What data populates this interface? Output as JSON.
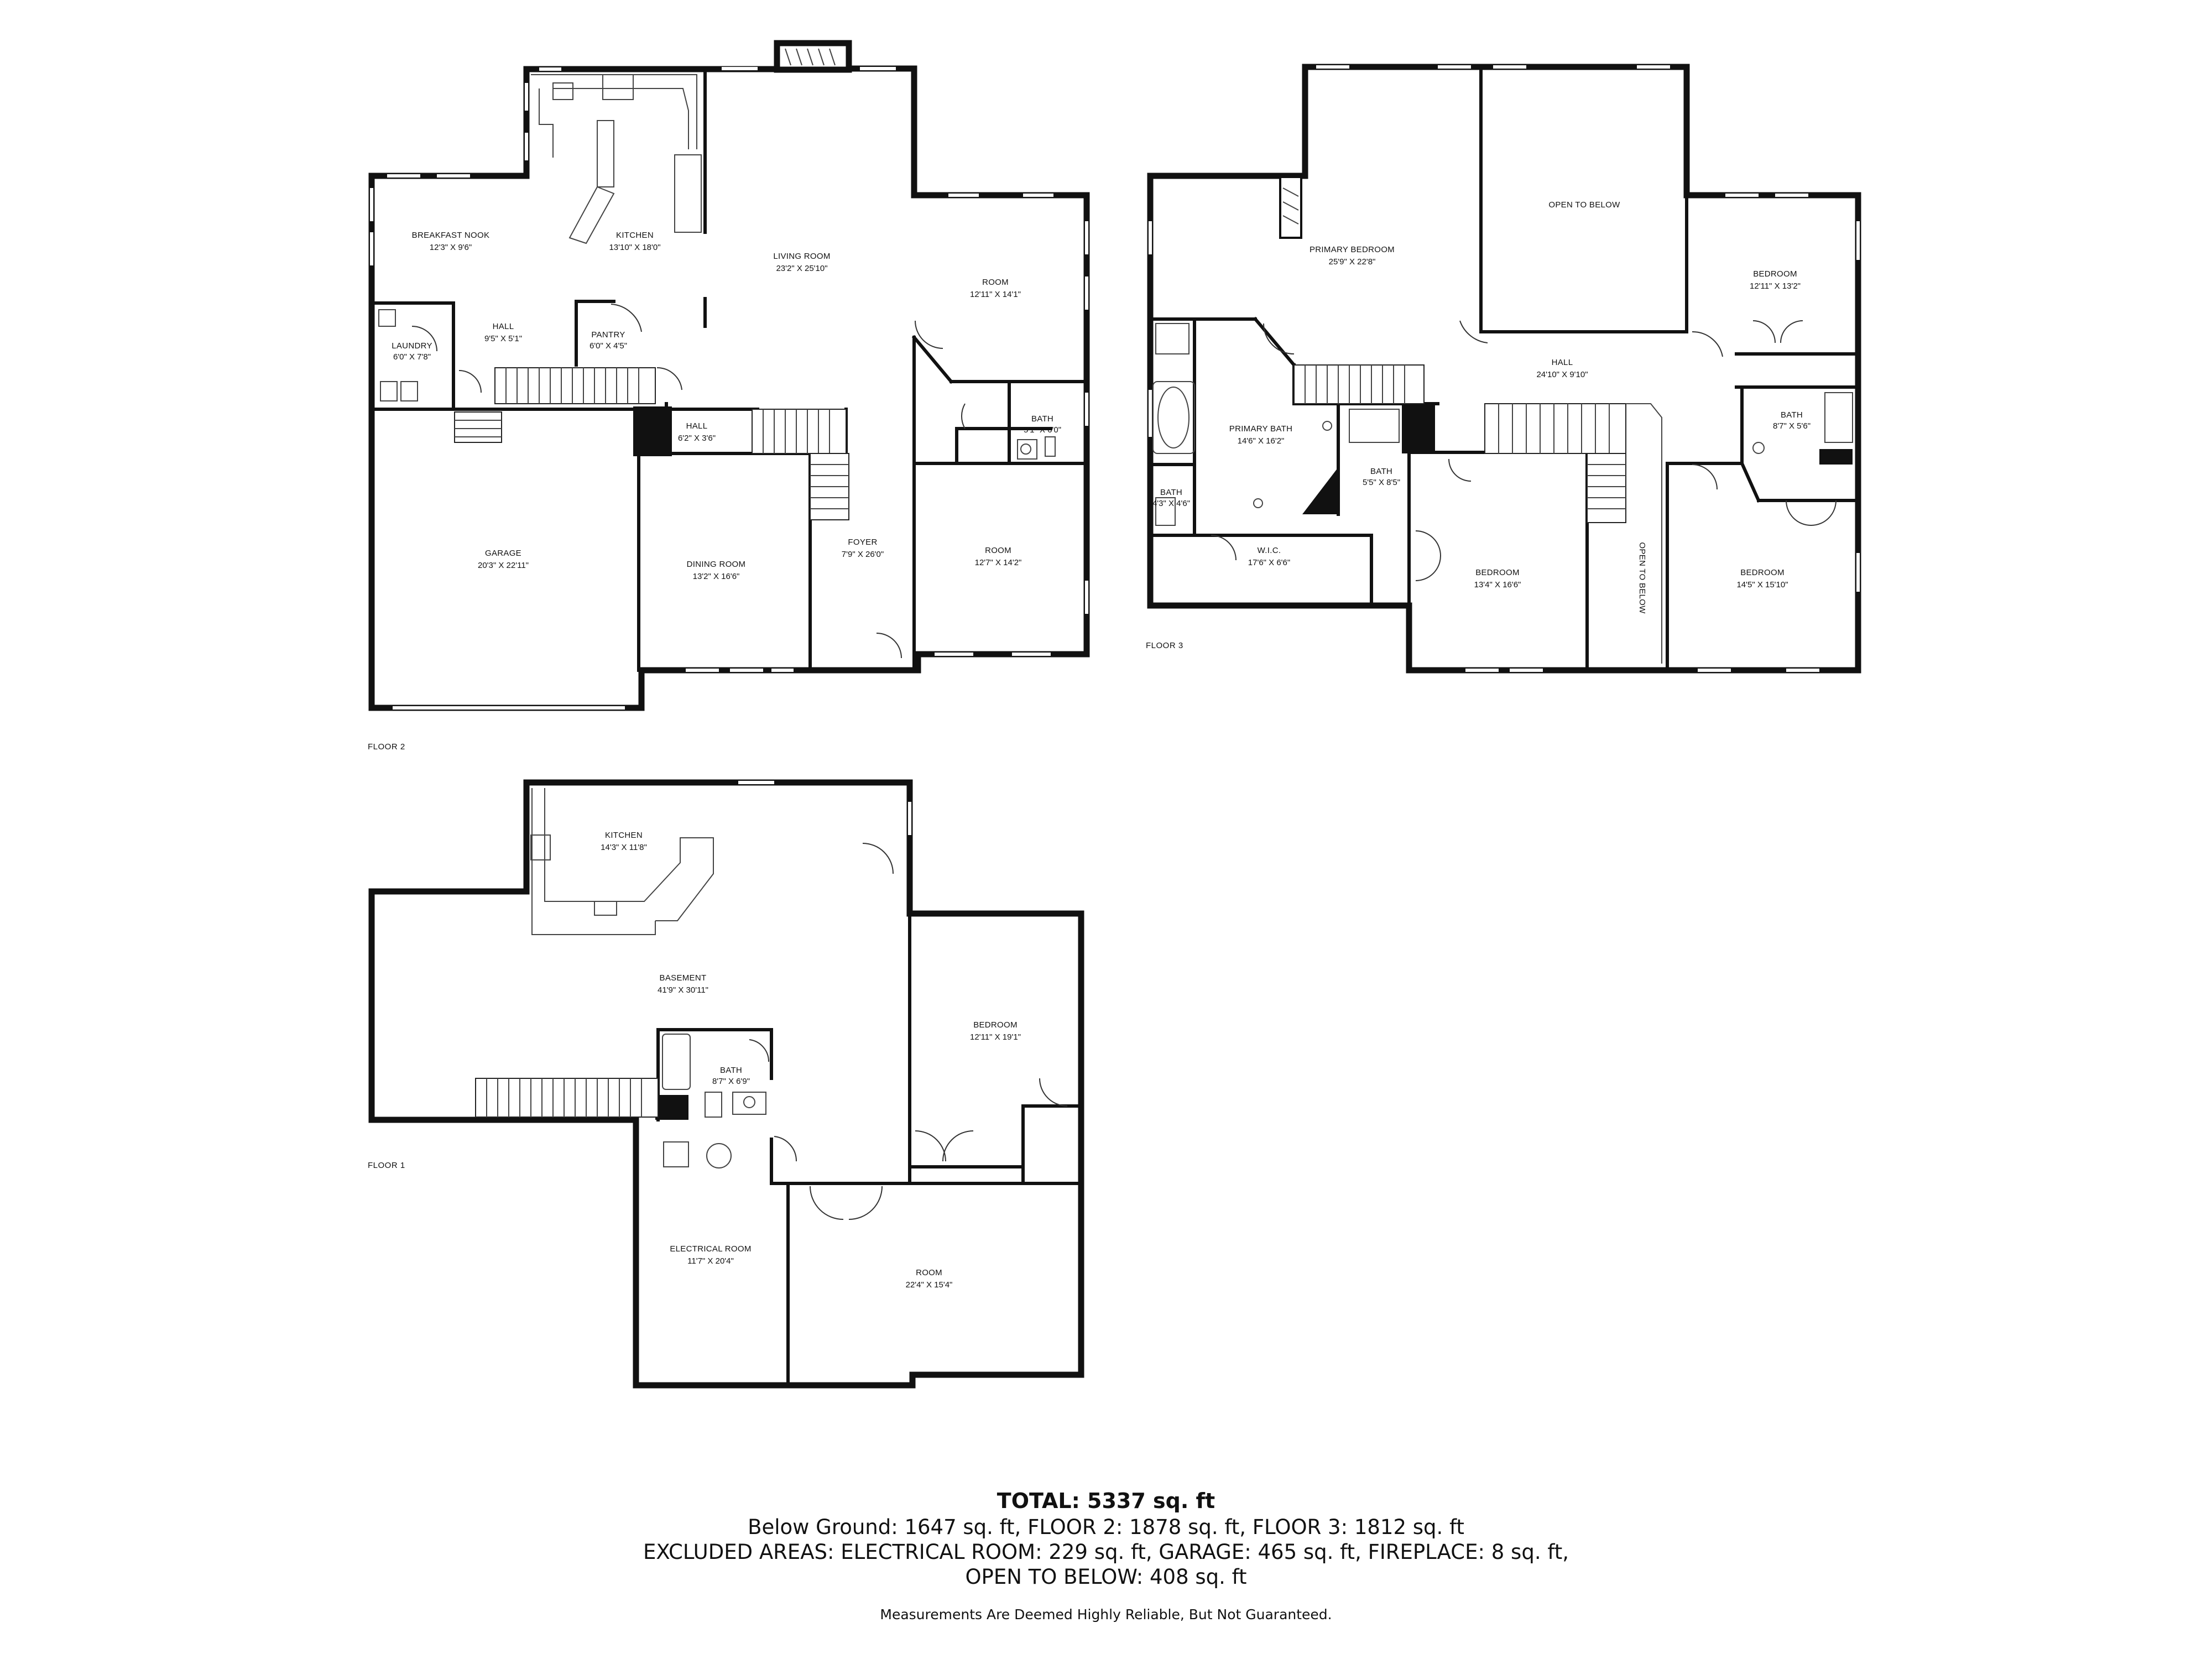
{
  "floors": {
    "floor2": {
      "label": "FLOOR 2",
      "rooms": {
        "breakfast_nook": {
          "name": "BREAKFAST NOOK",
          "dim": "12'3\" X 9'6\""
        },
        "kitchen": {
          "name": "KITCHEN",
          "dim": "13'10\" X 18'0\""
        },
        "living_room": {
          "name": "LIVING ROOM",
          "dim": "23'2\" X 25'10\""
        },
        "room_a": {
          "name": "ROOM",
          "dim": "12'11\" X 14'1\""
        },
        "laundry": {
          "name": "LAUNDRY",
          "dim": "6'0\" X 7'8\""
        },
        "hall_a": {
          "name": "HALL",
          "dim": "9'5\" X 5'1\""
        },
        "pantry": {
          "name": "PANTRY",
          "dim": "6'0\" X 4'5\""
        },
        "hall_b": {
          "name": "HALL",
          "dim": "6'2\" X 3'6\""
        },
        "bath": {
          "name": "BATH",
          "dim": "5'1\" X 6'0\""
        },
        "garage": {
          "name": "GARAGE",
          "dim": "20'3\" X 22'11\""
        },
        "dining_room": {
          "name": "DINING ROOM",
          "dim": "13'2\" X 16'6\""
        },
        "foyer": {
          "name": "FOYER",
          "dim": "7'9\" X 26'0\""
        },
        "room_b": {
          "name": "ROOM",
          "dim": "12'7\" X 14'2\""
        }
      }
    },
    "floor3": {
      "label": "FLOOR 3",
      "rooms": {
        "primary_bedroom": {
          "name": "PRIMARY BEDROOM",
          "dim": "25'9\" X 22'8\""
        },
        "open_to_below_top": {
          "name": "OPEN TO BELOW"
        },
        "bedroom_a": {
          "name": "BEDROOM",
          "dim": "12'11\" X 13'2\""
        },
        "hall": {
          "name": "HALL",
          "dim": "24'10\" X 9'10\""
        },
        "primary_bath": {
          "name": "PRIMARY BATH",
          "dim": "14'6\" X 16'2\""
        },
        "bath_a": {
          "name": "BATH",
          "dim": "8'7\" X 5'6\""
        },
        "bath_b": {
          "name": "BATH",
          "dim": "5'5\" X 8'5\""
        },
        "bath_c": {
          "name": "BATH",
          "dim": "4'3\" X 4'6\""
        },
        "wic": {
          "name": "W.I.C.",
          "dim": "17'6\" X 6'6\""
        },
        "bedroom_b": {
          "name": "BEDROOM",
          "dim": "13'4\" X 16'6\""
        },
        "open_to_below_side": {
          "name": "OPEN TO BELOW"
        },
        "bedroom_c": {
          "name": "BEDROOM",
          "dim": "14'5\" X 15'10\""
        }
      }
    },
    "floor1": {
      "label": "FLOOR 1",
      "rooms": {
        "kitchen": {
          "name": "KITCHEN",
          "dim": "14'3\" X 11'8\""
        },
        "basement": {
          "name": "BASEMENT",
          "dim": "41'9\" X 30'11\""
        },
        "bedroom": {
          "name": "BEDROOM",
          "dim": "12'11\" X 19'1\""
        },
        "bath": {
          "name": "BATH",
          "dim": "8'7\" X 6'9\""
        },
        "electrical_room": {
          "name": "ELECTRICAL ROOM",
          "dim": "11'7\" X 20'4\""
        },
        "room": {
          "name": "ROOM",
          "dim": "22'4\" X 15'4\""
        }
      }
    }
  },
  "summary": {
    "total": "TOTAL: 5337 sq. ft",
    "line1": "Below Ground: 1647 sq. ft, FLOOR 2: 1878 sq. ft, FLOOR 3: 1812 sq. ft",
    "line2": "EXCLUDED AREAS: ELECTRICAL ROOM: 229 sq. ft, GARAGE: 465 sq. ft, FIREPLACE: 8 sq. ft,",
    "line3": "OPEN TO BELOW: 408 sq. ft",
    "disclaimer": "Measurements Are Deemed Highly Reliable, But Not Guaranteed."
  }
}
